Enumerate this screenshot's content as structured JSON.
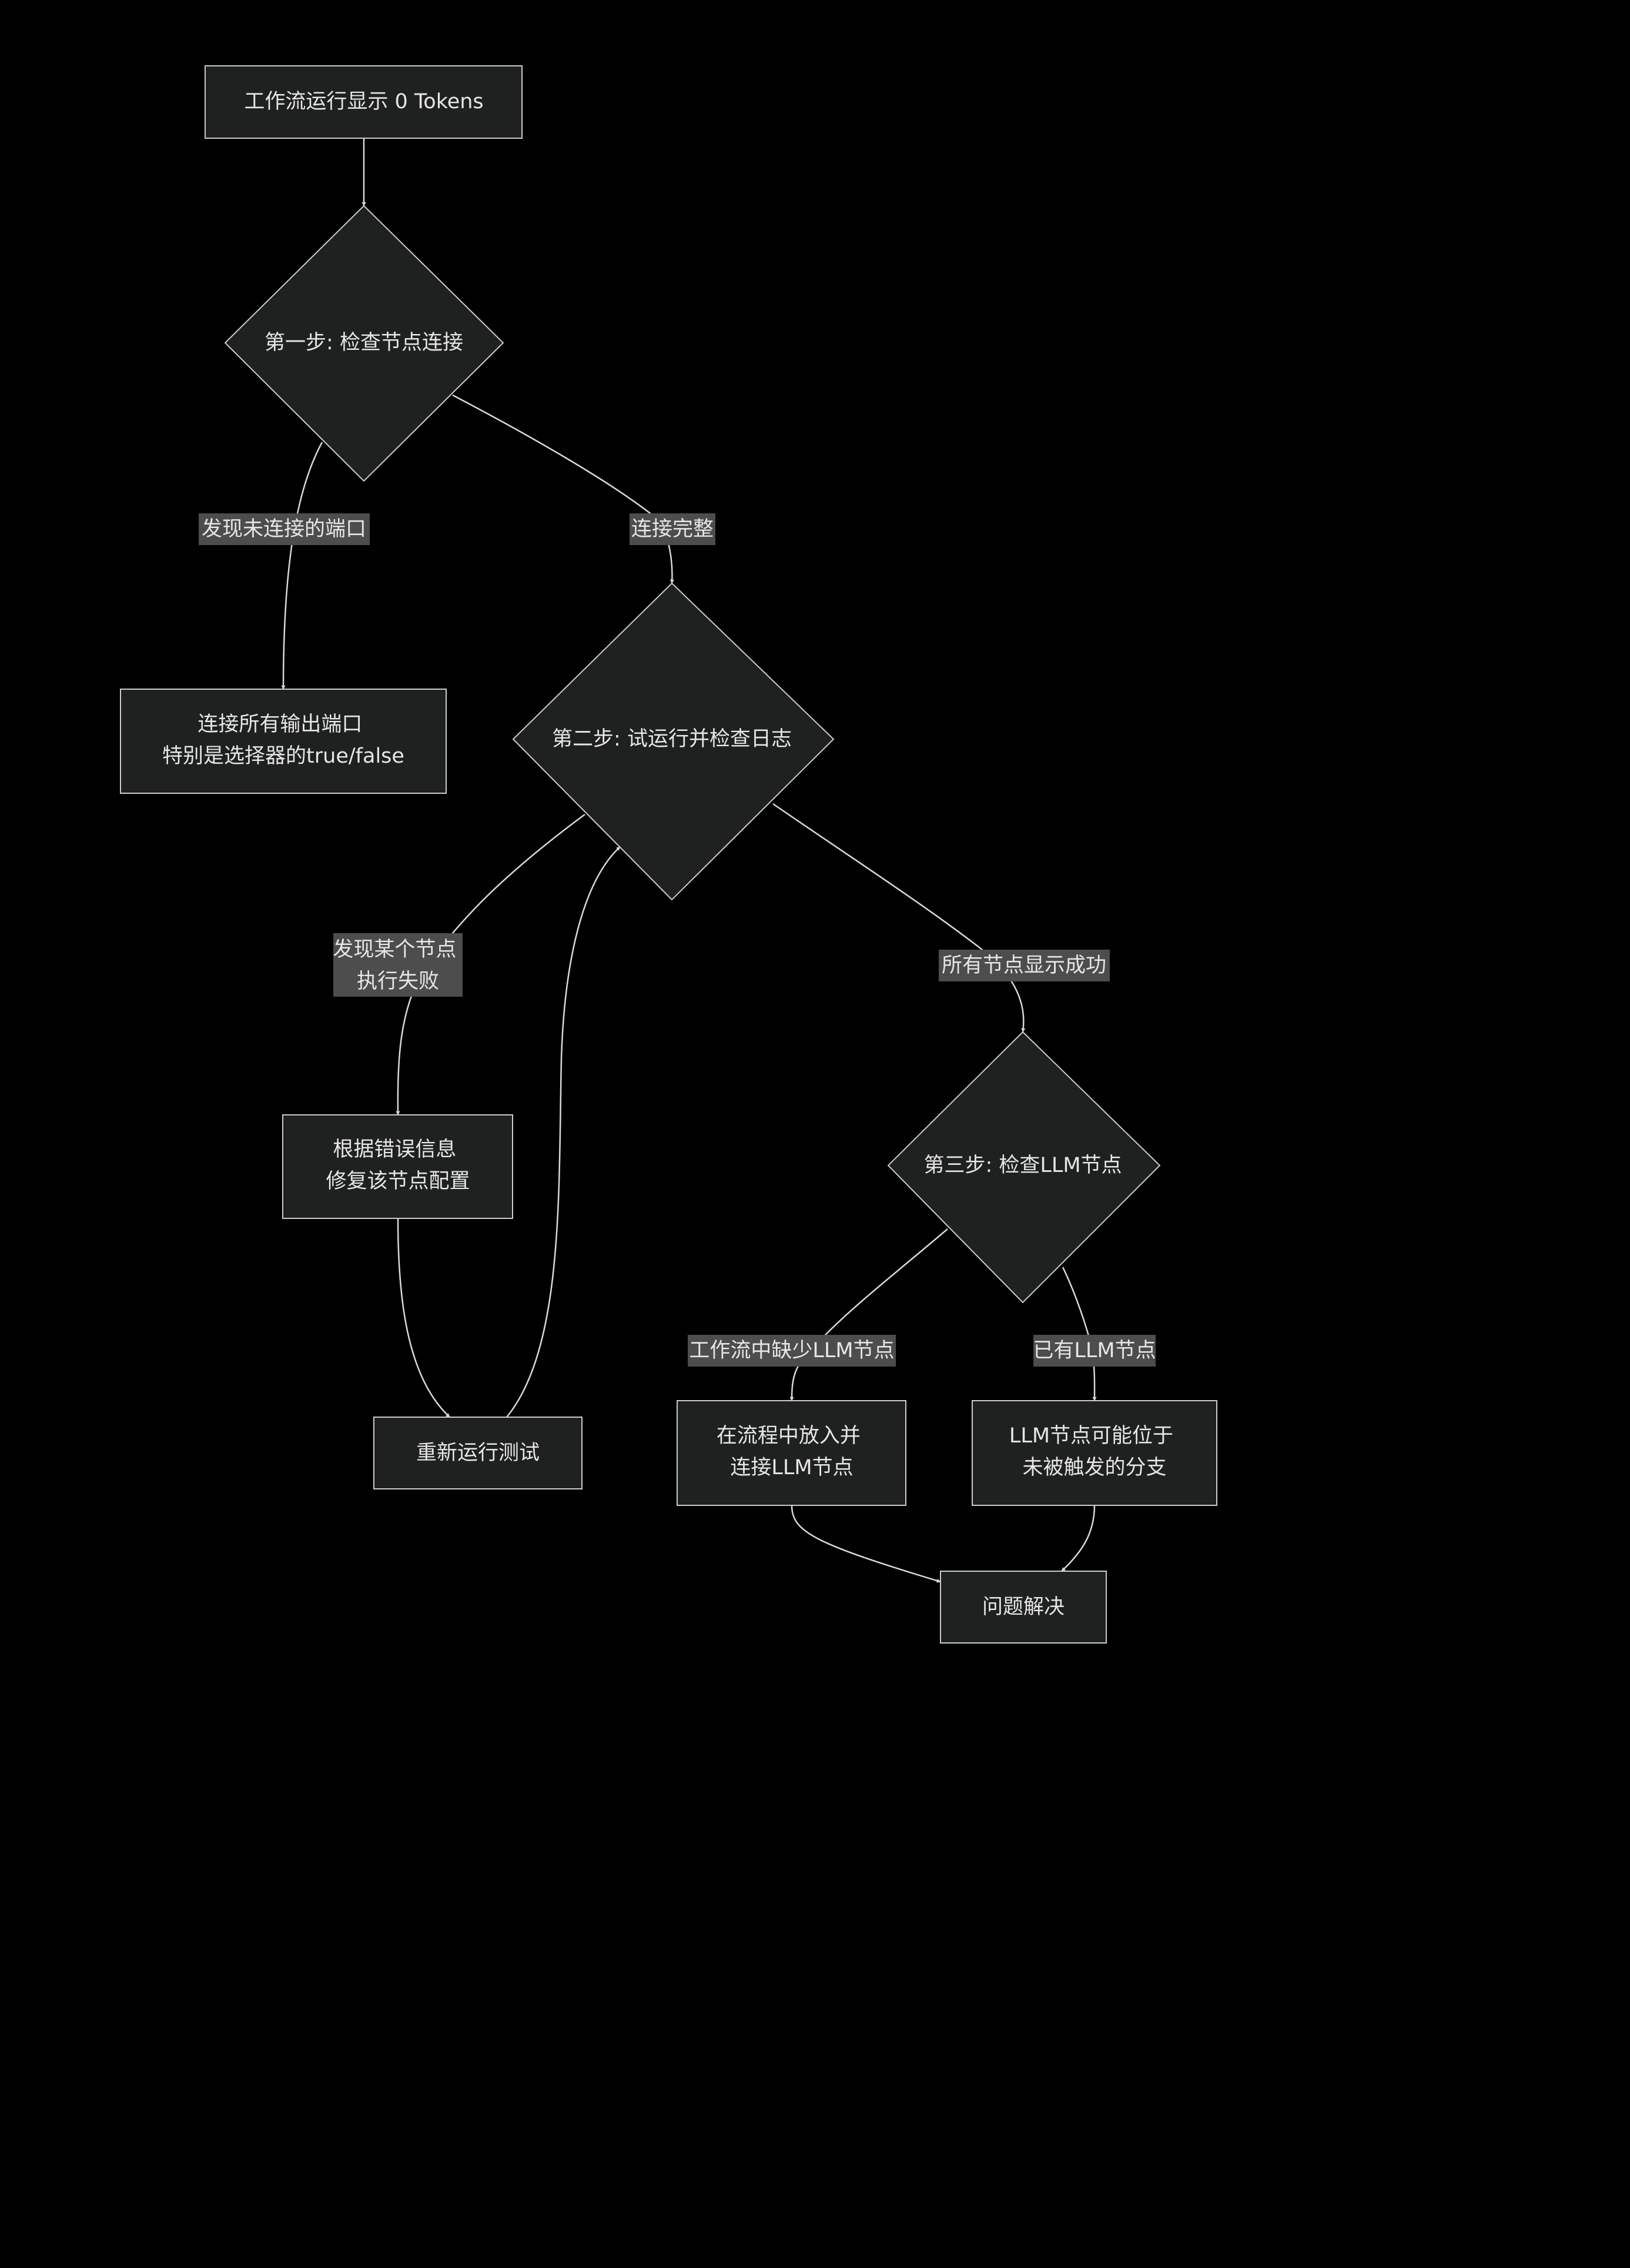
{
  "nodes": {
    "start": {
      "text": "工作流运行显示 0 Tokens"
    },
    "step1": {
      "text": "第一步: 检查节点连接"
    },
    "connect_ports": {
      "lines": [
        "连接所有输出端口",
        "特别是选择器的true/false"
      ]
    },
    "step2": {
      "text": "第二步: 试运行并检查日志"
    },
    "fix_config": {
      "lines": [
        "根据错误信息",
        "修复该节点配置"
      ]
    },
    "rerun": {
      "text": "重新运行测试"
    },
    "step3": {
      "text": "第三步: 检查LLM节点"
    },
    "add_llm": {
      "lines": [
        "在流程中放入并",
        "连接LLM节点"
      ]
    },
    "llm_branch": {
      "lines": [
        "LLM节点可能位于",
        "未被触发的分支"
      ]
    },
    "resolved": {
      "text": "问题解决"
    }
  },
  "edges": {
    "unconnected": {
      "text": "发现未连接的端口"
    },
    "complete": {
      "text": "连接完整"
    },
    "node_failed": {
      "lines": [
        "发现某个节点",
        "执行失败"
      ]
    },
    "all_success": {
      "text": "所有节点显示成功"
    },
    "missing_llm": {
      "text": "工作流中缺少LLM节点"
    },
    "has_llm": {
      "text": "已有LLM节点"
    }
  },
  "colors": {
    "background": "#000000",
    "node_fill": "#1f2020",
    "node_stroke": "#cccccc",
    "edge": "#d9d9d9",
    "label_bg": "#4d4d4d",
    "text": "#e6e6e6"
  }
}
